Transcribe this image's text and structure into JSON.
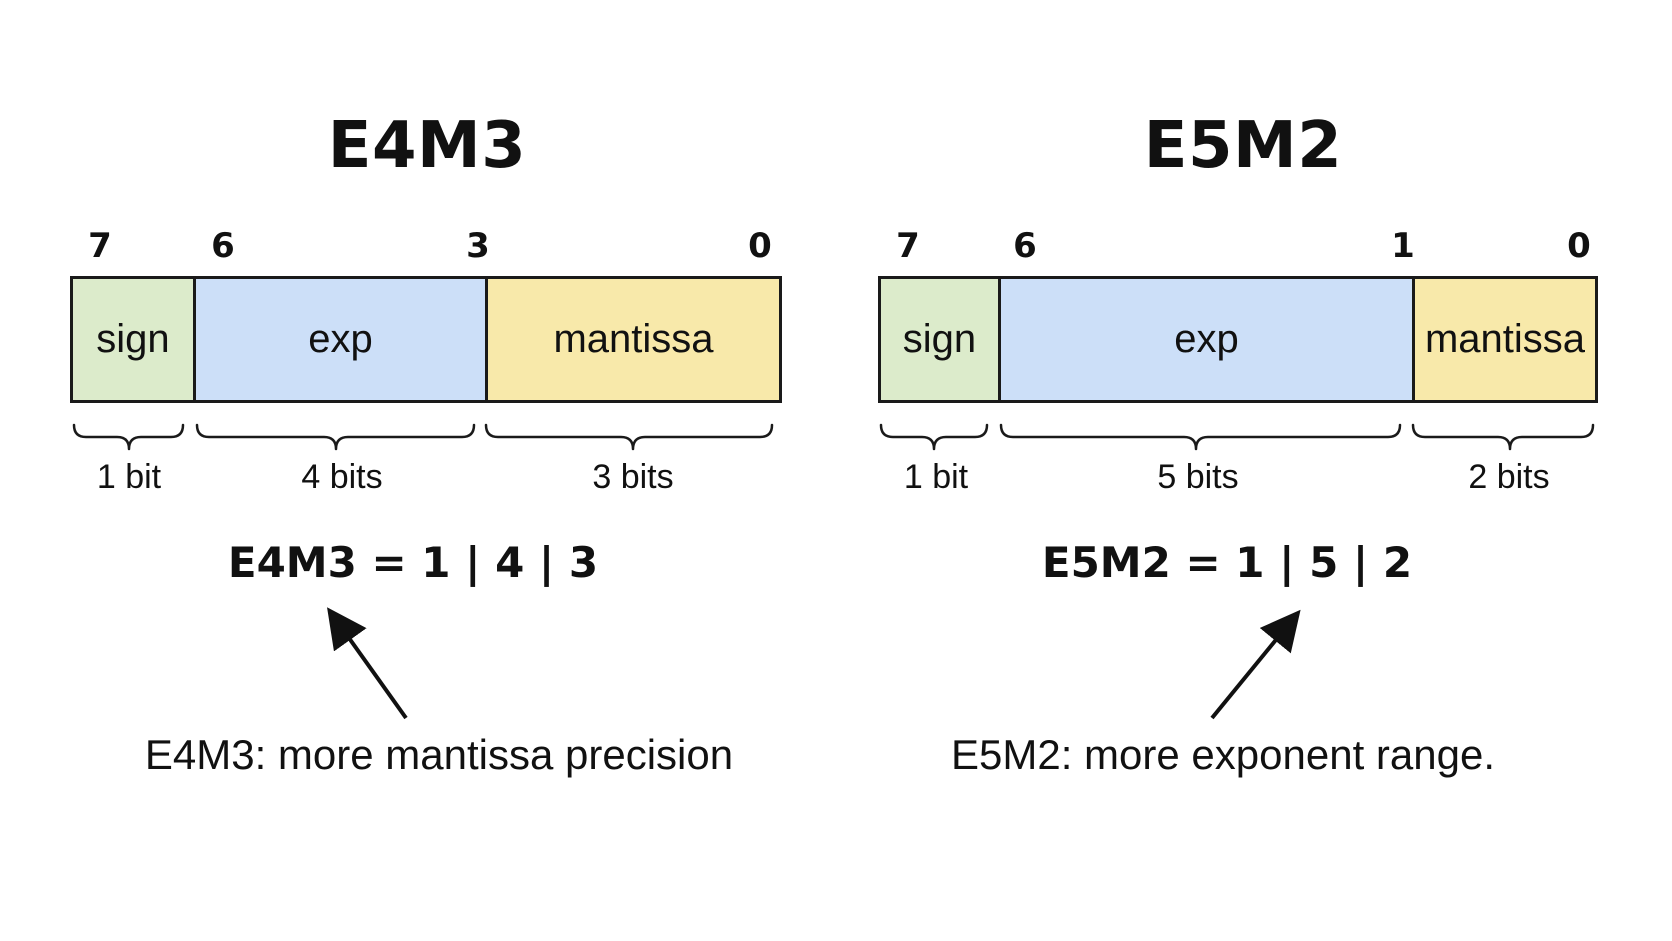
{
  "formats": [
    {
      "title": "E4M3",
      "bit_positions": [
        "7",
        "6",
        "3",
        "0"
      ],
      "fields": [
        {
          "label": "sign",
          "bits": 1,
          "width_label": "1 bit",
          "color": "#dcebcb"
        },
        {
          "label": "exp",
          "bits": 4,
          "width_label": "4 bits",
          "color": "#ccdff8"
        },
        {
          "label": "mantissa",
          "bits": 3,
          "width_label": "3 bits",
          "color": "#f8e9aa"
        }
      ],
      "formula": "E4M3 = 1 | 4 | 3",
      "note": "E4M3: more mantissa precision"
    },
    {
      "title": "E5M2",
      "bit_positions": [
        "7",
        "6",
        "1",
        "0"
      ],
      "fields": [
        {
          "label": "sign",
          "bits": 1,
          "width_label": "1 bit",
          "color": "#dcebcb"
        },
        {
          "label": "exp",
          "bits": 5,
          "width_label": "5 bits",
          "color": "#ccdff8"
        },
        {
          "label": "mantissa",
          "bits": 2,
          "width_label": "2 bits",
          "color": "#f8e9aa"
        }
      ],
      "formula": "E5M2 = 1 | 5 | 2",
      "note": "E5M2: more exponent range."
    }
  ]
}
